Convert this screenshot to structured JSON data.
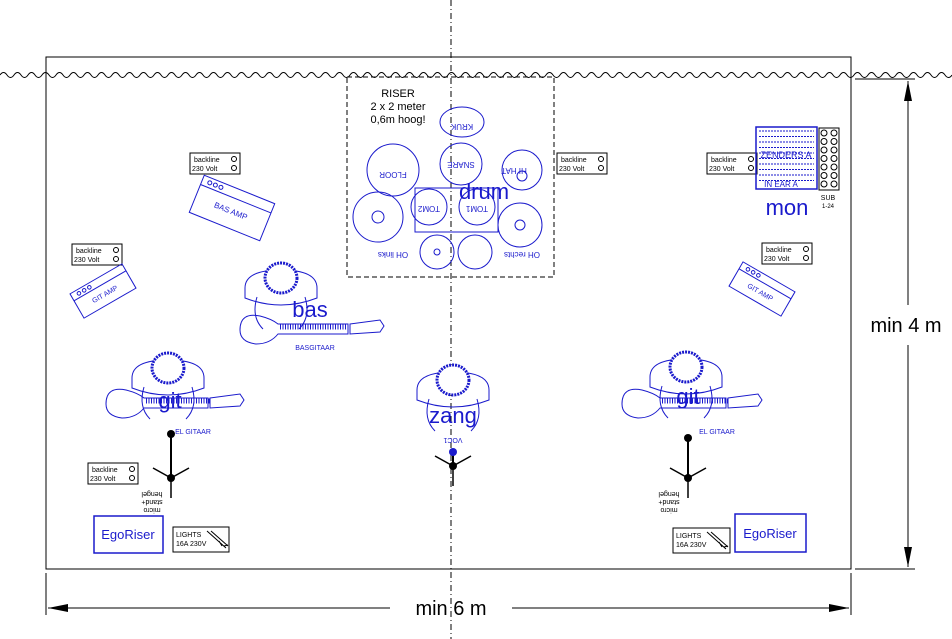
{
  "riser": {
    "title": "RISER",
    "size": "2 x 2 meter",
    "height": "0,6m hoog!"
  },
  "drums": {
    "label": "drum",
    "kruk": "KRUK",
    "floor": "FLOOR",
    "snare": "SNARE",
    "hihat": "HI HAT",
    "tom1": "TOM1",
    "tom2": "TOM2",
    "oh_links": "OH links",
    "oh_rechts": "OH rechts"
  },
  "backline": {
    "label": "backline",
    "volt": "230 Volt"
  },
  "amps": {
    "bas": "BAS AMP",
    "git": "GIT AMP"
  },
  "musicians": {
    "bas": {
      "label": "bas",
      "instrument": "BASGITAAR"
    },
    "git_left": {
      "label": "git",
      "instrument": "EL GITAAR"
    },
    "git_right": {
      "label": "git",
      "instrument": "EL GITAAR"
    },
    "zang": {
      "label": "zang",
      "mic": "VOC1"
    }
  },
  "mic_stand": {
    "line1": "micro",
    "line2": "stand+",
    "line3": "hengel"
  },
  "monitor": {
    "label": "mon",
    "line1": "ZENDERS A",
    "line2": "IN EAR A",
    "sub": "SUB",
    "channels": "1-24"
  },
  "ego_riser": "EgoRiser",
  "lights": {
    "line1": "LIGHTS",
    "line2": "16A 230V"
  },
  "dimensions": {
    "width": "min 6 m",
    "depth": "min 4 m"
  },
  "colors": {
    "accent": "#1a1acc",
    "line": "#000000"
  }
}
